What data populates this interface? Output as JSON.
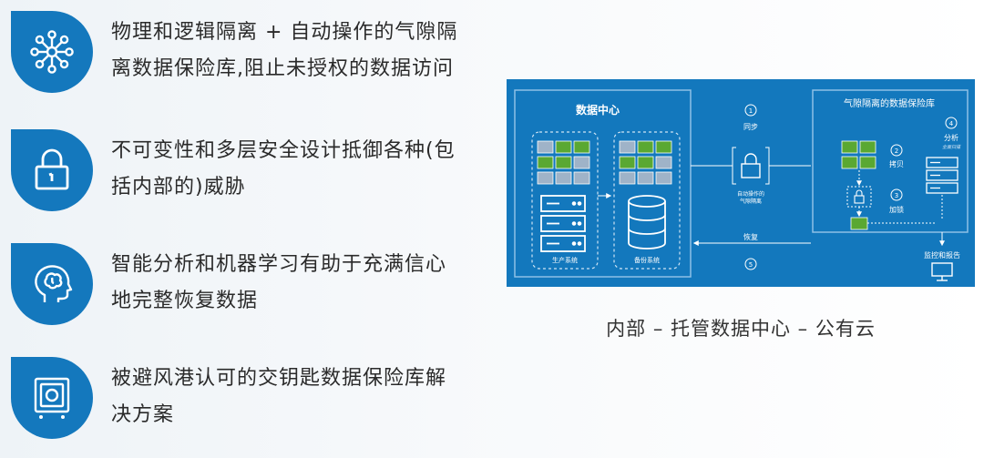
{
  "features": [
    {
      "line1": "物理和逻辑隔离  +  自动操作的气隙隔",
      "line2": "离数据保险库,阻止未授权的数据访问",
      "icon": "network-nodes-icon"
    },
    {
      "line1": "不可变性和多层安全设计抵御各种(包",
      "line2": "括内部的)威胁",
      "icon": "padlock-icon"
    },
    {
      "line1": "智能分析和机器学习有助于充满信心",
      "line2": "地完整恢复数据",
      "icon": "brain-head-icon"
    },
    {
      "line1": "被避风港认可的交钥匙数据保险库解",
      "line2": "决方案",
      "icon": "vault-safe-icon"
    }
  ],
  "diagram": {
    "data_center_title": "数据中心",
    "production_label": "生产系统",
    "backup_label": "备份系统",
    "step1_num": "1",
    "step1_label": "同步",
    "airgap_label_line1": "自动操作的",
    "airgap_label_line2": "气隙隔离",
    "restore_label": "恢复",
    "step5_num": "5",
    "vault_title": "气隙隔离的数据保险库",
    "step2_num": "2",
    "step2_label": "拷贝",
    "step3_num": "3",
    "step3_label": "加锁",
    "step4_num": "4",
    "step4_label": "分析",
    "step4_sub": "全面扫描",
    "monitor_label": "监控和报告"
  },
  "caption": "内部 – 托管数据中心 – 公有云",
  "colors": {
    "badge": "#1478bd",
    "diagram_bg": "#1378bd",
    "green_tile": "#5aa832",
    "grey_tile": "#9fb3c8"
  }
}
